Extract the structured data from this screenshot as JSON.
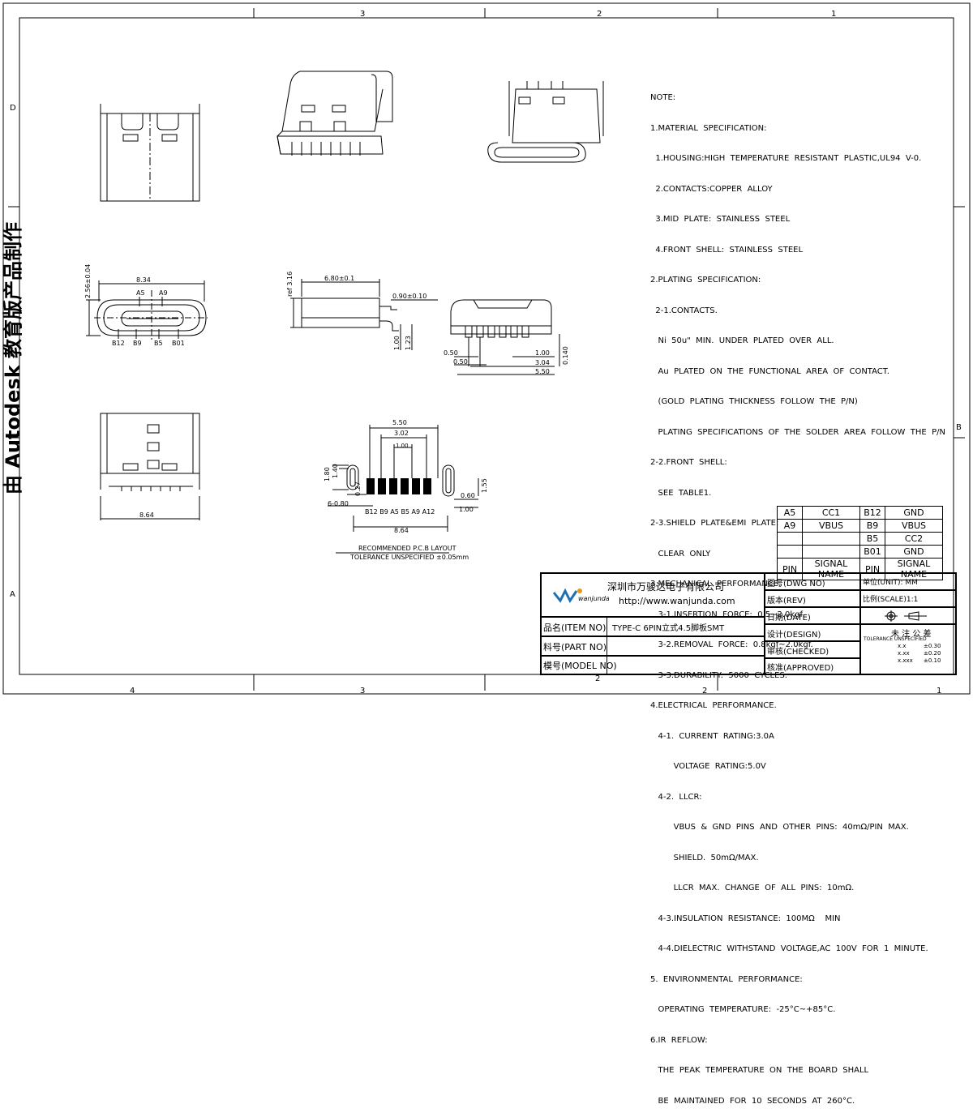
{
  "frame": {
    "top_zones": [
      "3",
      "2",
      "1"
    ],
    "bottom_zones": [
      "4",
      "3",
      "2",
      "2",
      "1"
    ],
    "left_zones": [
      "D",
      "A"
    ],
    "right_zones": [
      "B"
    ]
  },
  "watermark": "由 Autodesk 教育版产品制作",
  "dims": {
    "front_width": "8.34",
    "front_height": "2.56±0.04",
    "pin_a5": "A5",
    "pin_a9": "A9",
    "pin_b12": "B12",
    "pin_b9": "B9",
    "pin_b5": "B5",
    "pin_b01": "B01",
    "side_len": "6.80±0.1",
    "side_height": "ref 3.16",
    "side_tab": "0.90±0.10",
    "side_1_00": "1.00",
    "side_1_23": "1.23",
    "rear_050": "0.50",
    "rear_050b": "0.50",
    "rear_100": "1.00",
    "rear_304": "3.04",
    "rear_550": "5.50",
    "rear_0140": "0.140",
    "bottom_width": "8.64",
    "pcb_550": "5.50",
    "pcb_302": "3.02",
    "pcb_100": "1.00",
    "pcb_180": "1.80",
    "pcb_140": "1.40",
    "pcb_027": "0.27",
    "pcb_6080": "6-0.80",
    "pcb_155": "1.55",
    "pcb_060": "0.60",
    "pcb_100b": "1.00",
    "pcb_864": "8.64",
    "pcb_pins": "B12 B9 A5 B5  A9 A12",
    "pcb_title": "RECOMMENDED  P.C.B  LAYOUT",
    "pcb_tol": "TOLERANCE UNSPECIFIED ±0.05mm"
  },
  "notes": [
    "NOTE:",
    "1.MATERIAL  SPECIFICATION:",
    "  1.HOUSING:HIGH  TEMPERATURE  RESISTANT  PLASTIC,UL94  V-0.",
    "  2.CONTACTS:COPPER  ALLOY",
    "  3.MID  PLATE:  STAINLESS  STEEL",
    "  4.FRONT  SHELL:  STAINLESS  STEEL",
    "2.PLATING  SPECIFICATION:",
    "  2-1.CONTACTS.",
    "   Ni  50u\"  MIN.  UNDER  PLATED  OVER  ALL.",
    "   Au  PLATED  ON  THE  FUNCTIONAL  AREA  OF  CONTACT.",
    "   (GOLD  PLATING  THICKNESS  FOLLOW  THE  P/N)",
    "   PLATING  SPECIFICATIONS  OF  THE  SOLDER  AREA  FOLLOW  THE  P/N",
    "2-2.FRONT  SHELL:",
    "   SEE  TABLE1.",
    "2-3.SHIELD  PLATE&EMI  PLATE:",
    "   CLEAR  ONLY",
    "3.MECHANICAL  PERFORMANCE.",
    "   3-1.INSERTION  FORCE:  0.5~2.0kgf.",
    "   3-2.REMOVAL  FORCE:  0.8kgf~2.0kgf.",
    "   3-3.DURABILITY:  5000  CYCLES.",
    "4.ELECTRICAL  PERFORMANCE.",
    "   4-1.  CURRENT  RATING:3.0A",
    "         VOLTAGE  RATING:5.0V",
    "   4-2.  LLCR:",
    "         VBUS  &  GND  PINS  AND  OTHER  PINS:  40mΩ/PIN  MAX.",
    "         SHIELD.  50mΩ/MAX.",
    "         LLCR  MAX.  CHANGE  OF  ALL  PINS:  10mΩ.",
    "   4-3.INSULATION  RESISTANCE:  100MΩ    MIN",
    "   4-4.DIELECTRIC  WITHSTAND  VOLTAGE,AC  100V  FOR  1  MINUTE.",
    "5.  ENVIRONMENTAL  PERFORMANCE:",
    "   OPERATING  TEMPERATURE:  -25°C~+85°C.",
    "6.IR  REFLOW:",
    "   THE  PEAK  TEMPERATURE  ON  THE  BOARD  SHALL",
    "   BE  MAINTAINED  FOR  10  SECONDS  AT  260°C."
  ],
  "pin_table": {
    "rows": [
      [
        "A5",
        "CC1",
        "B12",
        "GND"
      ],
      [
        "A9",
        "VBUS",
        "B9",
        "VBUS"
      ],
      [
        "",
        "",
        "B5",
        "CC2"
      ],
      [
        "",
        "",
        "B01",
        "GND"
      ],
      [
        "PIN",
        "SIGNAL NAME",
        "PIN",
        "SIGNAL NAME"
      ]
    ]
  },
  "title_block": {
    "company": "深圳市万骏达电子有限公司",
    "url": "http://www.wanjunda.com",
    "logo_text": "wanjunda",
    "drawing_no_label": "图号(DWG NO)",
    "rev_label": "版本(REV)",
    "date_label": "日期(DATE)",
    "design_label": "设计(DESIGN)",
    "checked_label": "审核(CHECKED)",
    "approved_label": "核准(APPROVED)",
    "unit_label": "单位(UNIT): MM",
    "scale_label": "比例(SCALE)1:1",
    "item_label": "品名(ITEM NO)",
    "item_value": "TYPE-C 6PIN立式4.5脚板SMT",
    "part_label": "料号(PART NO)",
    "model_label": "模号(MODEL NO)",
    "tolerance_title": "未 注 公 差",
    "tolerance_sub": "TOLERANCE UNSPECIFIED",
    "tol_rows": [
      [
        "x.x",
        "±0.30"
      ],
      [
        "x.xx",
        "±0.20"
      ],
      [
        "x.xxx",
        "±0.10"
      ]
    ]
  }
}
